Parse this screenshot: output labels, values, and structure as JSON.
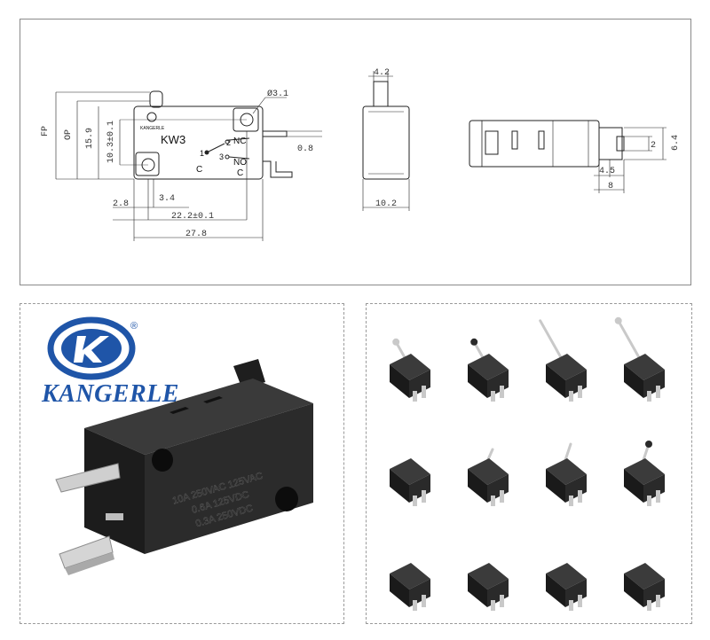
{
  "drawing": {
    "model_label": "KW3",
    "brand_mark_text": "KANGERLE",
    "terminal_labels": {
      "nc": "NC",
      "no": "NO",
      "c_left": "C",
      "c_right": "C",
      "pin1": "1",
      "pin2": "2",
      "pin3": "3"
    },
    "side_labels": {
      "fp": "FP",
      "op": "OP"
    },
    "dimensions": {
      "hole_diameter": "Ø3.1",
      "height_15_9": "15.9",
      "hole_spacing_10_3": "10.3±0.1",
      "terminal_0_8": "0.8",
      "offset_2_8": "2.8",
      "offset_3_4": "3.4",
      "hole_pitch_22_2": "22.2±0.1",
      "length_27_8": "27.8",
      "actuator_width_4_2": "4.2",
      "body_width_10_2": "10.2",
      "terminal_width_2": "2",
      "terminal_height_6_4": "6.4",
      "terminal_4_5": "4.5",
      "terminal_8": "8"
    }
  },
  "brand": {
    "name": "KANGERLE",
    "registered_mark": "®",
    "rating_lines": [
      "10A 250VAC  125VAC",
      "0.6A 125VDC",
      "0.3A 250VDC"
    ]
  },
  "variants": {
    "rows": [
      [
        "short-hinge-roller",
        "roller-lever",
        "long-lever",
        "long-roller-lever"
      ],
      [
        "pin-plunger",
        "short-lever",
        "curved-lever",
        "simulated-roller"
      ],
      [
        "pin-plunger-pcb",
        "short-lever-pcb",
        "angled-terminal",
        "angled-terminal-lever"
      ]
    ]
  },
  "colors": {
    "brand_blue": "#1f55a8",
    "body_black": "#2a2a2a",
    "terminal_silver": "#c9c9c9",
    "line": "#222222"
  }
}
